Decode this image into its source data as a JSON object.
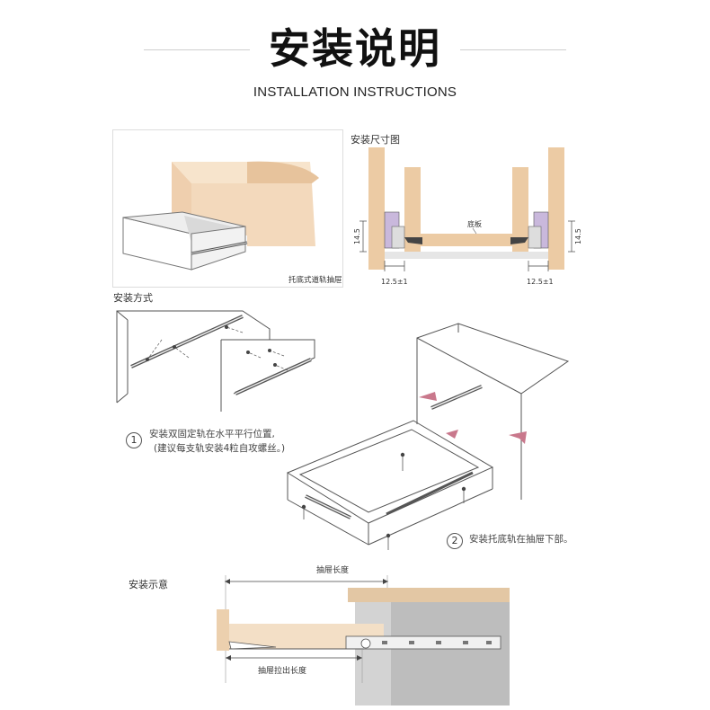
{
  "header": {
    "title": "安装说明",
    "subtitle": "INSTALLATION INSTRUCTIONS"
  },
  "panel_drawer": {
    "caption": "托底式道轨抽屉"
  },
  "panel_dimensions": {
    "heading": "安装尺寸图",
    "bottom_label": "底板",
    "height_left": "14.5",
    "height_right": "14.5",
    "gap_left": "12.5±1",
    "gap_right": "12.5±1"
  },
  "panel_method": {
    "heading": "安装方式"
  },
  "step1": {
    "number": "1",
    "line1": "安装双固定轨在水平平行位置,",
    "line2": "(建议每支轨安装4粒自攻螺丝。)"
  },
  "step2": {
    "number": "2",
    "text": "安装托底轨在抽屉下部。"
  },
  "panel_diagram": {
    "heading": "安装示意",
    "drawer_length": "抽屉长度",
    "pull_length": "抽屉拉出长度"
  },
  "colors": {
    "wood": "#f0d2ad",
    "wood_light": "#f7e4cc",
    "arrow_pink": "#c9788c",
    "cabinet_grey": "#bdbdbd",
    "line": "#555555"
  }
}
